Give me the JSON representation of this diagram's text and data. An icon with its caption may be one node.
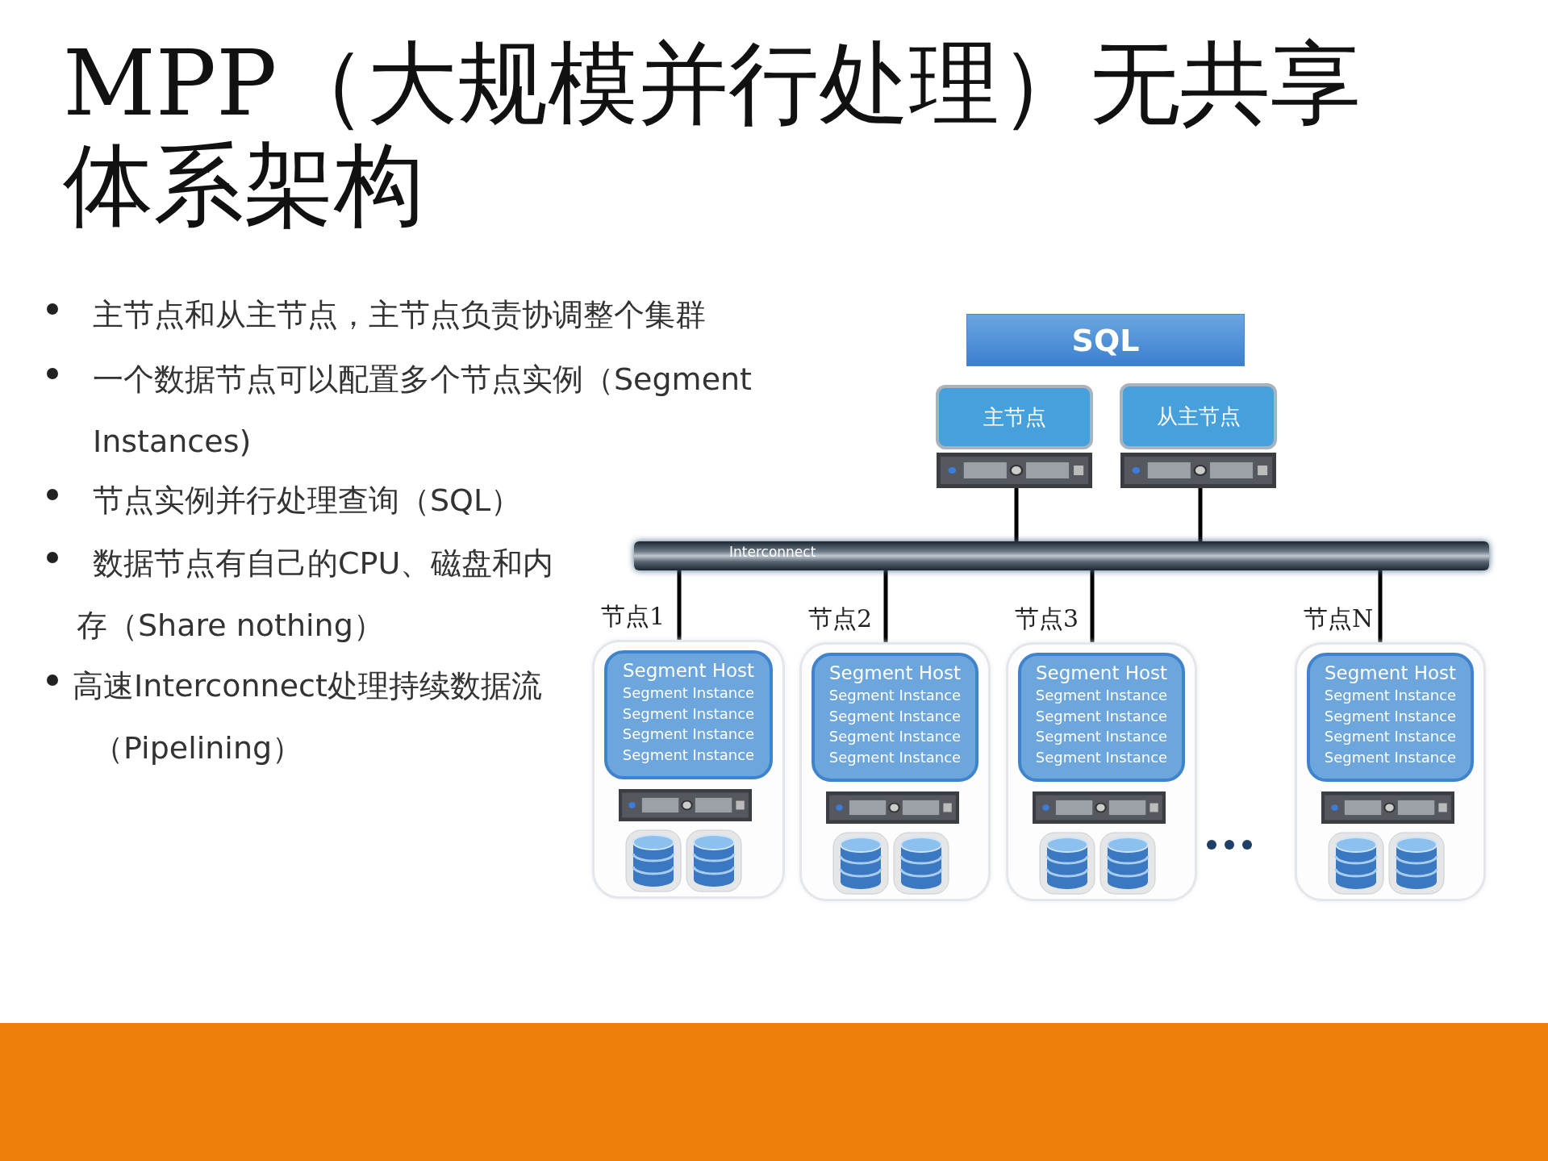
{
  "diagram": {
    "title": "MPP（大规模并行处理）无共享体系架构",
    "nodes": [
      {
        "text": [
          "SQL"
        ]
      },
      {
        "text": [
          "主节点"
        ]
      },
      {
        "text": [
          "从主节点"
        ]
      },
      {
        "text": [
          "Interconnect"
        ]
      },
      {
        "text": [
          "节点1"
        ]
      },
      {
        "text": [
          "Segment Host",
          "Segment Instance",
          "Segment Instance",
          "Segment Instance",
          "Segment Instance"
        ],
        "in": 4
      },
      {
        "text": [
          "节点2"
        ]
      },
      {
        "text": [
          "Segment Host",
          "Segment Instance",
          "Segment Instance",
          "Segment Instance",
          "Segment Instance"
        ],
        "in": 6
      },
      {
        "text": [
          "节点3"
        ]
      },
      {
        "text": [
          "Segment Host",
          "Segment Instance",
          "Segment Instance",
          "Segment Instance",
          "Segment Instance"
        ],
        "in": 8
      },
      {
        "text": [
          "节点N"
        ]
      },
      {
        "text": [
          "Segment Host",
          "Segment Instance",
          "Segment Instance",
          "Segment Instance",
          "Segment Instance"
        ],
        "in": 10
      }
    ],
    "edges": [
      {
        "from": 1,
        "to": 3,
        "arrow": "none"
      },
      {
        "from": 2,
        "to": 3,
        "arrow": "none"
      },
      {
        "from": 3,
        "to": 4,
        "arrow": "none"
      },
      {
        "from": 3,
        "to": 6,
        "arrow": "none"
      },
      {
        "from": 3,
        "to": 8,
        "arrow": "none"
      },
      {
        "from": 3,
        "to": 10,
        "arrow": "none"
      }
    ],
    "labels": [
      "主节点和从主节点，主节点负责协调整个集群",
      "一个数据节点可以配置多个节点实例（Segment Instances)",
      "节点实例并行处理查询（SQL）",
      "数据节点有自己的CPU、磁盘和内存（Share nothing）",
      "高速Interconnect处理持续数据流（Pipelining）"
    ]
  }
}
